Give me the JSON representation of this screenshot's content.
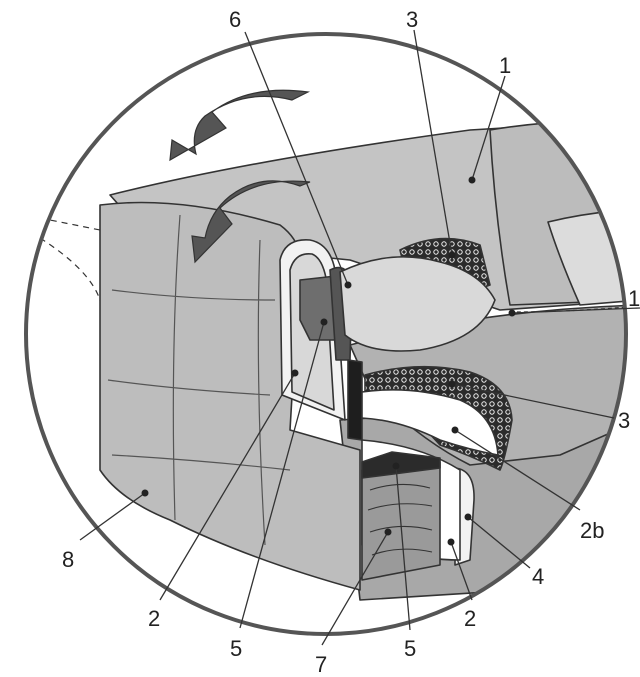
{
  "callouts": [
    {
      "id": "c6a",
      "text": "6"
    },
    {
      "id": "c3a",
      "text": "3"
    },
    {
      "id": "c1a",
      "text": "1"
    },
    {
      "id": "c1b",
      "text": "1"
    },
    {
      "id": "c3b",
      "text": "3"
    },
    {
      "id": "c2b",
      "text": "2b"
    },
    {
      "id": "c4",
      "text": "4"
    },
    {
      "id": "c2a",
      "text": "2"
    },
    {
      "id": "c8",
      "text": "8"
    },
    {
      "id": "c2c",
      "text": "2"
    },
    {
      "id": "c5a",
      "text": "5"
    },
    {
      "id": "c5b",
      "text": "5"
    },
    {
      "id": "c7",
      "text": "7"
    }
  ],
  "colors": {
    "sofa_body": "#bdbdbd",
    "sofa_shadow": "#9e9e9e",
    "sofa_light": "#d2d2d2",
    "pillow": "#d9d9d9",
    "fabric_dark": "#2b2b2b",
    "wood": "#8a8a8a",
    "arrow": "#555555",
    "liner": "#f2f2f2",
    "background": "#ffffff"
  }
}
